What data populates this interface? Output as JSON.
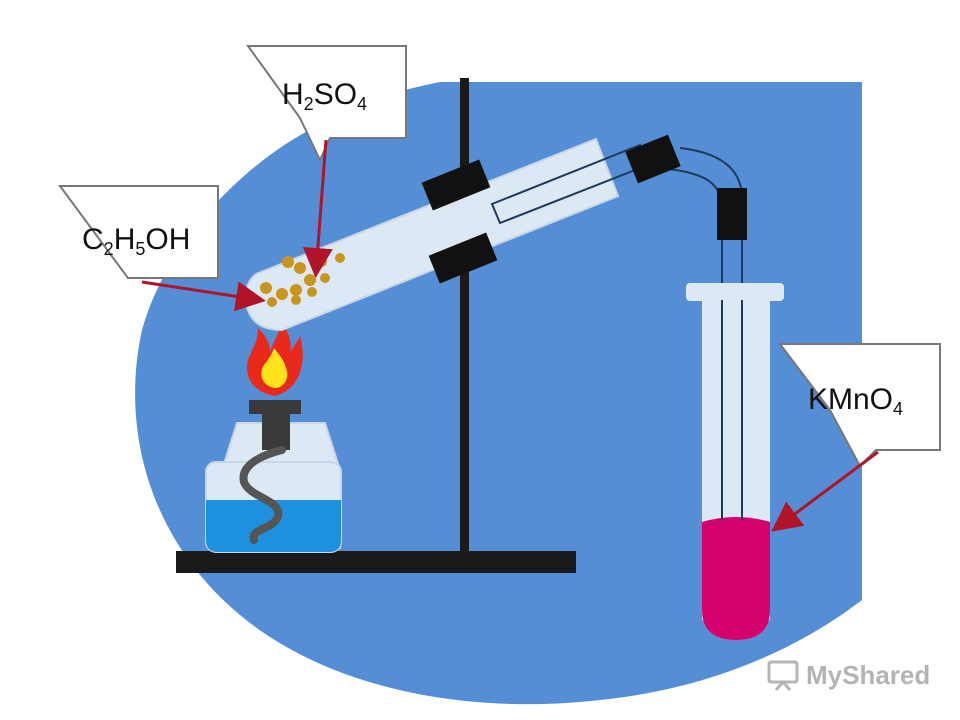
{
  "labels": {
    "ethanol": {
      "parts": [
        "C",
        "2",
        "H",
        "5",
        "OH"
      ]
    },
    "sulfuric_acid": {
      "parts": [
        "H",
        "2",
        "SO",
        "4"
      ]
    },
    "permanganate": {
      "parts": [
        "KMnO",
        "4"
      ]
    }
  },
  "watermark": {
    "text": "MyShared"
  },
  "colors": {
    "background_blob": "#558ed5",
    "stand": "#1a1a1a",
    "glass": "#dce9f5",
    "stopper": "#111111",
    "liquid_burner": "#1e90e0",
    "permanganate": "#d4006e",
    "droplets": "#c8961e",
    "flame_outer": "#e8291c",
    "flame_inner": "#ffe21a",
    "arrow": "#b01428",
    "callout_fill": "#ffffff",
    "callout_stroke": "#777777"
  }
}
